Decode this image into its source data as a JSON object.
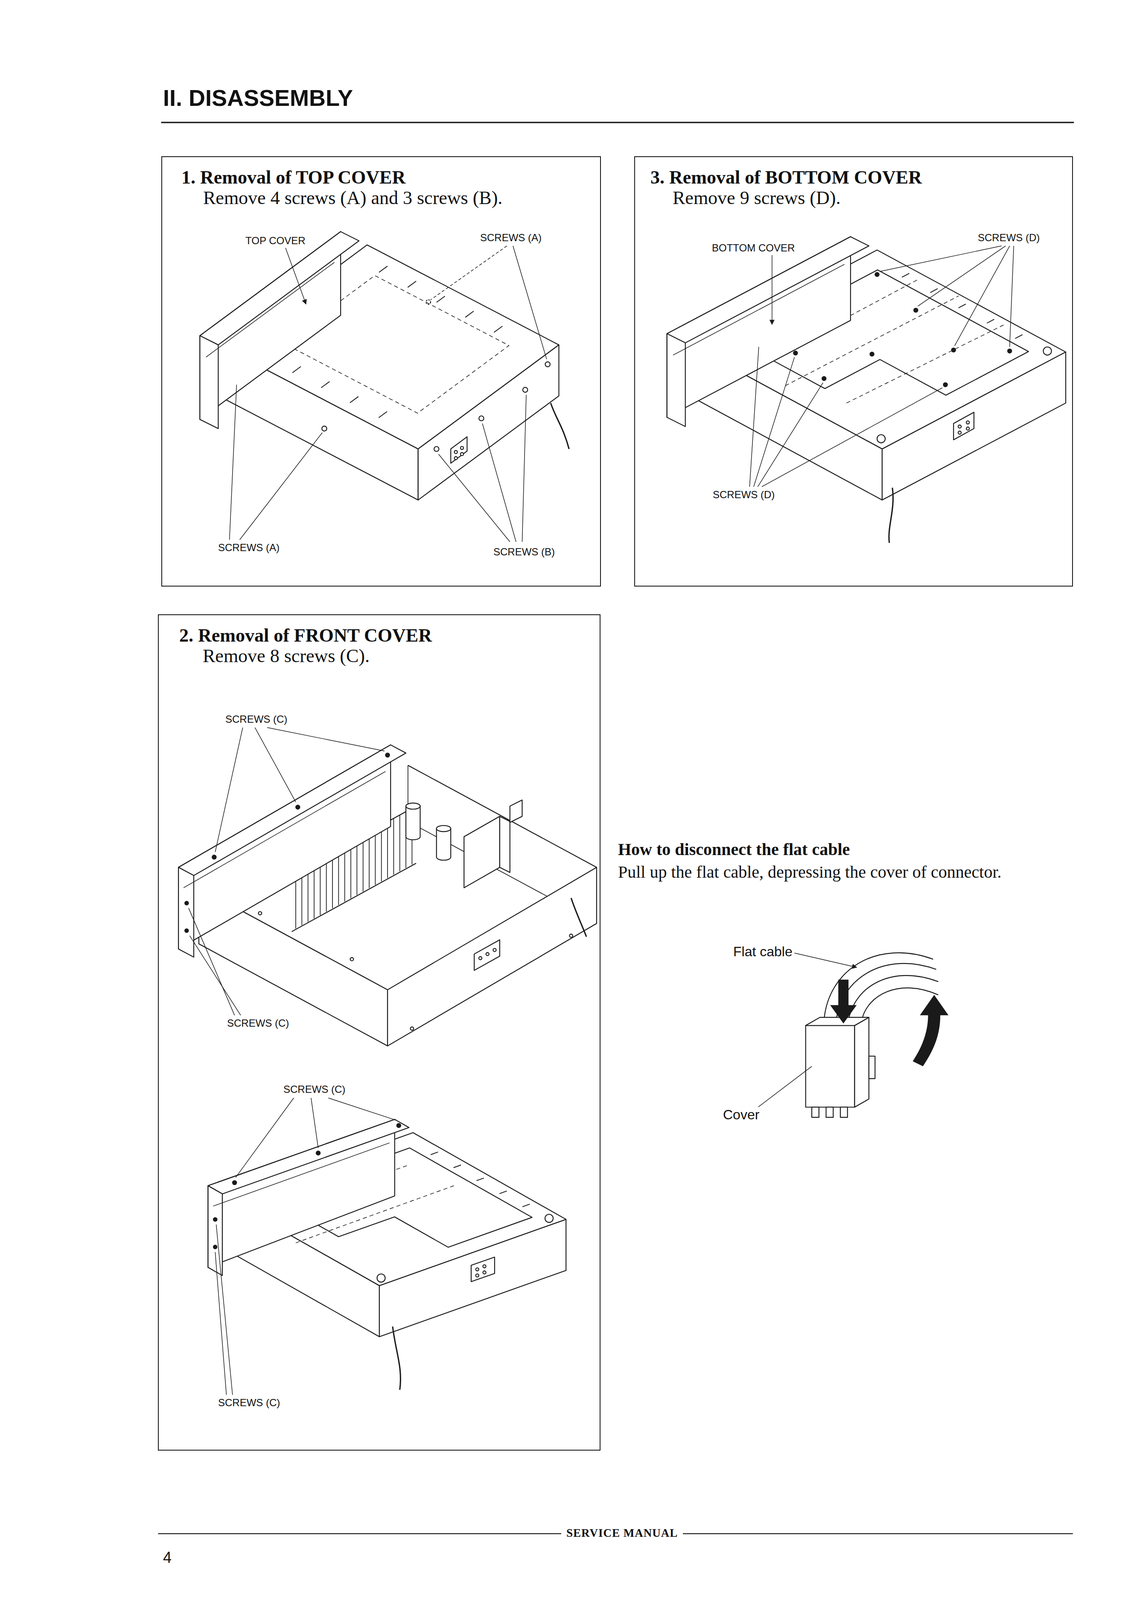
{
  "diagram": {
    "title": "II. DISASSEMBLY",
    "nodes": [
      {
        "text": [
          "1. Removal of TOP COVER",
          "Remove 4 screws (A) and 3 screws (B)."
        ]
      },
      {
        "text": [
          "3. Removal of BOTTOM COVER",
          "Remove 9 screws (D)."
        ]
      },
      {
        "text": [
          "2. Removal of FRONT COVER",
          "Remove 8 screws (C)."
        ]
      }
    ],
    "labels": [
      "TOP COVER",
      "SCREWS (A)",
      "SCREWS (A)",
      "SCREWS (B)",
      "BOTTOM COVER",
      "SCREWS (D)",
      "SCREWS (D)",
      "SCREWS (C)",
      "SCREWS (C)",
      "SCREWS (C)",
      "SCREWS (C)",
      "How to disconnect the flat cable",
      "Pull up the flat cable, depressing the cover of connector.",
      "Flat cable",
      "Cover",
      "SERVICE MANUAL",
      "4"
    ]
  }
}
